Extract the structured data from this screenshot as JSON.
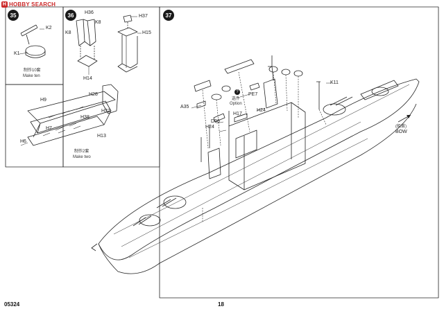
{
  "watermark": {
    "text": "HOBBY SEARCH"
  },
  "steps": {
    "s35": {
      "number": "35",
      "labels": {
        "k2": "K2",
        "k1": "K1"
      },
      "note_cn": "制作10套",
      "note_en": "Make ten"
    },
    "s36": {
      "number": "36",
      "labels": {
        "h36": "H36",
        "k8a": "K8",
        "k8b": "K8",
        "h14": "H14",
        "h37": "H37",
        "h15": "H15",
        "h28": "H28",
        "h9": "H9",
        "h32": "H32",
        "h38": "H38",
        "h7": "H7",
        "h13": "H13",
        "h6": "H6"
      },
      "note_cn": "制作2套",
      "note_en": "Make two"
    },
    "s37": {
      "number": "37",
      "labels": {
        "k11": "K11",
        "a35": "A35",
        "pe7": "PE7",
        "option_cn": "选件",
        "option_en": "Option",
        "h17": "H17",
        "h24a": "H24",
        "h24b": "H24",
        "d36": "D36",
        "bow_cn": "(船首)",
        "bow_en": "BOW"
      }
    }
  },
  "footer": {
    "product_code": "05324",
    "page_number": "18"
  },
  "icons": [
    "arrow-icon",
    "option-marker-icon"
  ]
}
